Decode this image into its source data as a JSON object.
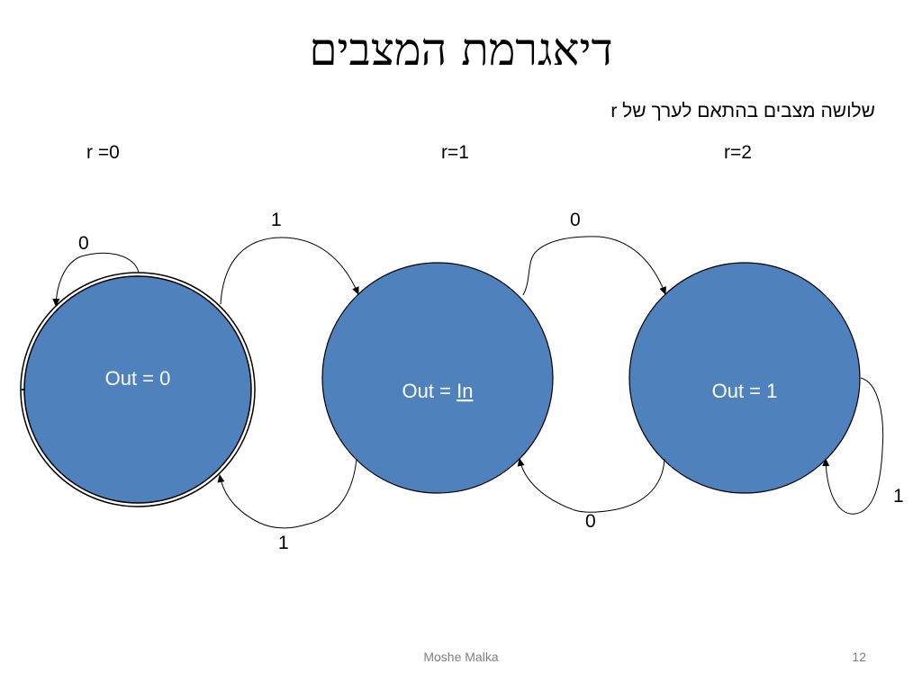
{
  "slide": {
    "title": "דיאגרמת המצבים",
    "subtitle": "שלושה מצבים בהתאם לערך של r",
    "footer": "Moshe Malka",
    "page_number": "12"
  },
  "diagram": {
    "states": [
      {
        "r_label": "r =0",
        "output_prefix": "Out = 0",
        "output_var": "",
        "fill": "#4f81bd",
        "initial": true
      },
      {
        "r_label": "r=1",
        "output_prefix": "Out = ",
        "output_var": "In",
        "fill": "#4f81bd",
        "initial": false
      },
      {
        "r_label": "r=2",
        "output_prefix": "Out = 1",
        "output_var": "",
        "fill": "#4f81bd",
        "initial": false
      }
    ],
    "transitions": [
      {
        "from": "r=0",
        "to": "r=0",
        "input": "0"
      },
      {
        "from": "r=0",
        "to": "r=1",
        "input": "1"
      },
      {
        "from": "r=1",
        "to": "r=2",
        "input": "0"
      },
      {
        "from": "r=1",
        "to": "r=0",
        "input": "1"
      },
      {
        "from": "r=2",
        "to": "r=1",
        "input": "0"
      },
      {
        "from": "r=2",
        "to": "r=2",
        "input": "1"
      }
    ]
  }
}
